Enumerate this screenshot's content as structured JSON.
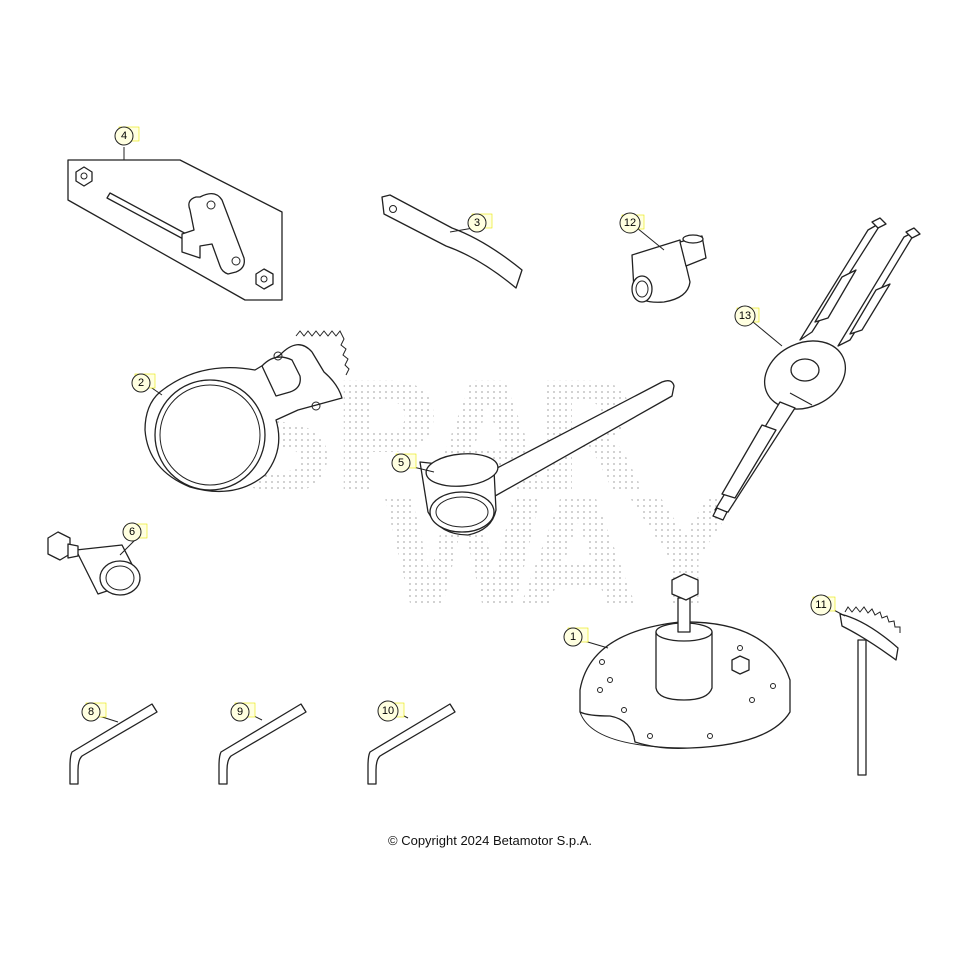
{
  "callouts": [
    {
      "id": "1",
      "label": "1"
    },
    {
      "id": "2",
      "label": "2"
    },
    {
      "id": "3",
      "label": "3"
    },
    {
      "id": "4",
      "label": "4"
    },
    {
      "id": "5",
      "label": "5"
    },
    {
      "id": "6",
      "label": "6"
    },
    {
      "id": "8",
      "label": "8"
    },
    {
      "id": "9",
      "label": "9"
    },
    {
      "id": "10",
      "label": "10"
    },
    {
      "id": "11",
      "label": "11"
    },
    {
      "id": "12",
      "label": "12"
    },
    {
      "id": "13",
      "label": "13"
    }
  ],
  "footer": {
    "copyright": "© Copyright 2024 Betamotor S.p.A."
  },
  "colors": {
    "callout_fill": "#ffffe0",
    "callout_highlight": "#e6e600",
    "line": "#222222",
    "watermark": "#bbbbbb"
  }
}
